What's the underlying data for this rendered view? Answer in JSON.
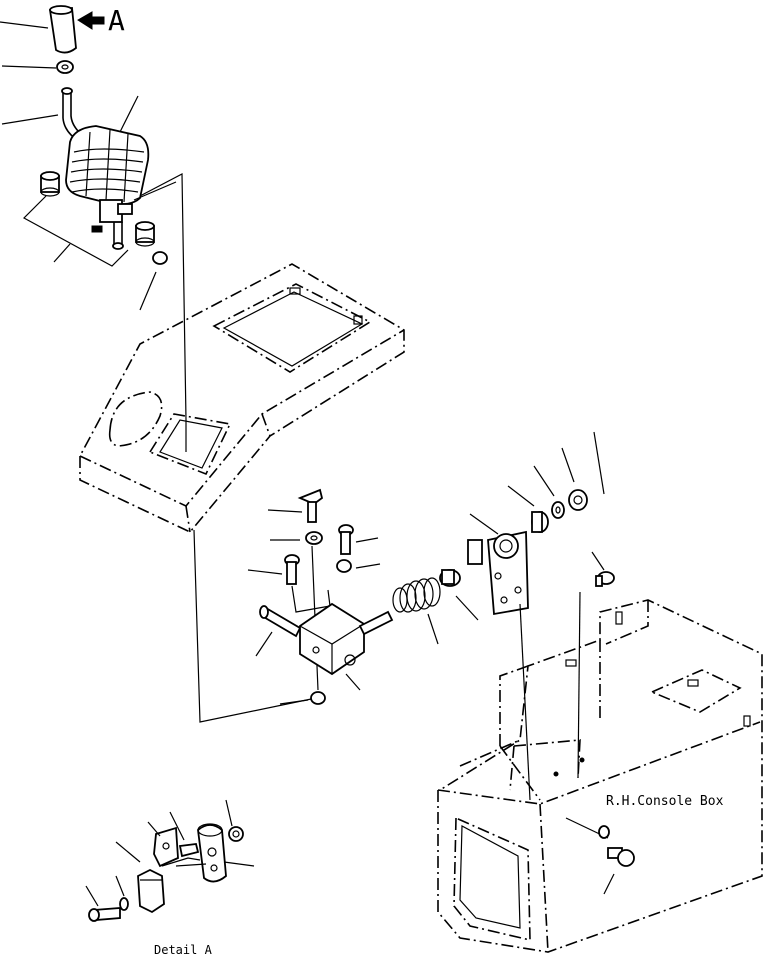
{
  "view_marker": "A",
  "labels": {
    "console_box": "R.H.Console Box",
    "detail": "Detail A"
  }
}
